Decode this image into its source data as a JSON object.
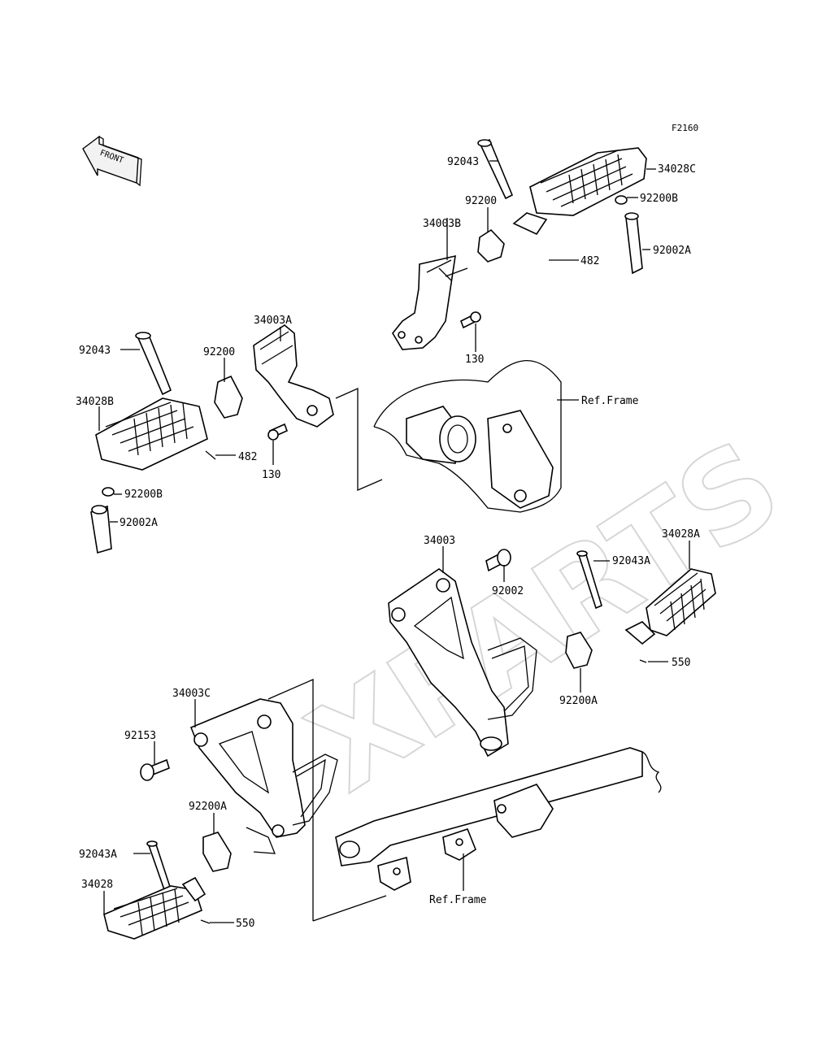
{
  "diagram_code": "F2160",
  "front_label": "FRONT",
  "watermark": "XPARTS",
  "labels": [
    {
      "id": "92043-top",
      "text": "92043"
    },
    {
      "id": "34028C",
      "text": "34028C"
    },
    {
      "id": "92200-top",
      "text": "92200"
    },
    {
      "id": "34003B",
      "text": "34003B"
    },
    {
      "id": "92200B-top",
      "text": "92200B"
    },
    {
      "id": "92002A-top",
      "text": "92002A"
    },
    {
      "id": "482-top",
      "text": "482"
    },
    {
      "id": "130-top",
      "text": "130"
    },
    {
      "id": "ref-frame-top",
      "text": "Ref.Frame"
    },
    {
      "id": "34003A",
      "text": "34003A"
    },
    {
      "id": "92043-left",
      "text": "92043"
    },
    {
      "id": "92200-left",
      "text": "92200"
    },
    {
      "id": "34028B",
      "text": "34028B"
    },
    {
      "id": "482-left",
      "text": "482"
    },
    {
      "id": "130-left",
      "text": "130"
    },
    {
      "id": "92200B-left",
      "text": "92200B"
    },
    {
      "id": "92002A-left",
      "text": "92002A"
    },
    {
      "id": "34003",
      "text": "34003"
    },
    {
      "id": "92002",
      "text": "92002"
    },
    {
      "id": "34028A",
      "text": "34028A"
    },
    {
      "id": "92043A-right",
      "text": "92043A"
    },
    {
      "id": "550-right",
      "text": "550"
    },
    {
      "id": "92200A-right",
      "text": "92200A"
    },
    {
      "id": "34003C",
      "text": "34003C"
    },
    {
      "id": "92153",
      "text": "92153"
    },
    {
      "id": "92200A-bottom",
      "text": "92200A"
    },
    {
      "id": "92043A-bottom",
      "text": "92043A"
    },
    {
      "id": "34028",
      "text": "34028"
    },
    {
      "id": "550-bottom",
      "text": "550"
    },
    {
      "id": "ref-frame-bottom",
      "text": "Ref.Frame"
    }
  ]
}
